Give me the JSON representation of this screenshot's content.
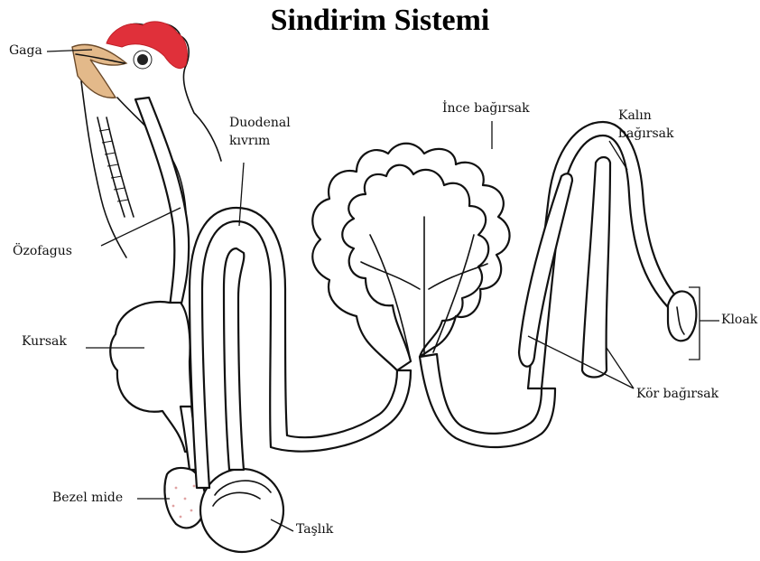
{
  "title": "Sindirim Sistemi",
  "labels": {
    "gaga": "Gaga",
    "duodenal_line1": "Duodenal",
    "duodenal_line2": "kıvrım",
    "ince_bagirsak": "İnce bağırsak",
    "kalin_line1": "Kalın",
    "kalin_line2": "bağırsak",
    "ozofagus": "Özofagus",
    "kursak": "Kursak",
    "kloak": "Kloak",
    "kor_bagirsak": "Kör bağırsak",
    "bezel_mide": "Bezel mide",
    "taslik": "Taşlık"
  },
  "colors": {
    "comb": "#e0303a",
    "beak": "#e3b98a",
    "outline": "#111111"
  }
}
